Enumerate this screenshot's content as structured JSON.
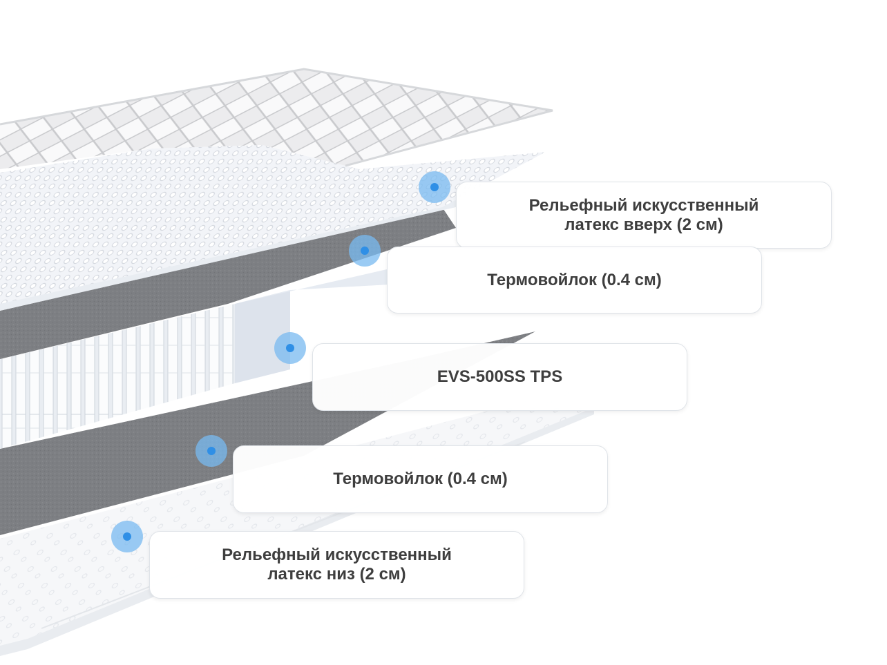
{
  "colors": {
    "marker_outer": "#7db9f0",
    "marker_dot": "#2f8fe6",
    "label_text": "#3e3e3e",
    "felt_gray": "#7d7f83",
    "latex_white": "#f4f6f9"
  },
  "layers": [
    {
      "label": "Рельефный искусственный\nлатекс вверх (2 см)",
      "icon": "marker-dot"
    },
    {
      "label": "Термовойлок (0.4 см)",
      "icon": "marker-dot"
    },
    {
      "label": "EVS-500SS TPS",
      "icon": "marker-dot"
    },
    {
      "label": "Термовойлок (0.4 см)",
      "icon": "marker-dot"
    },
    {
      "label": "Рельефный искусственный\nлатекс низ (2 см)",
      "icon": "marker-dot"
    }
  ]
}
